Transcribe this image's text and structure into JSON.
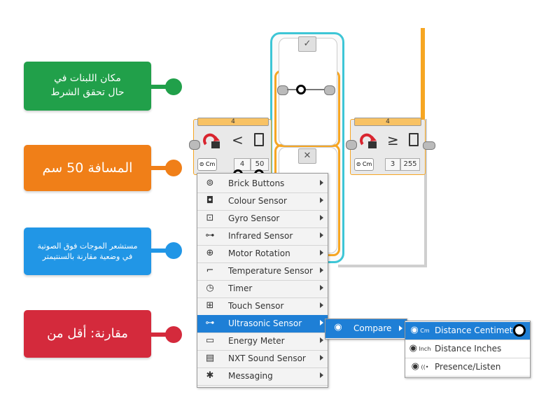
{
  "callouts": [
    {
      "text": "مكان اللبنات في\nحال تحقق الشرط",
      "color": "#21a04a"
    },
    {
      "text": "المسافة 50 سم",
      "color": "#f07f18"
    },
    {
      "text": "مستشعر الموجات فوق الصوتية\nفي وضعية مقارنة بالسنتيمتر",
      "color": "#2196e6"
    },
    {
      "text": "مقارنة: أقل من",
      "color": "#d42a3c"
    }
  ],
  "program": {
    "wire_color": "#f6a623",
    "switch_color": "#3ec6d6",
    "switch_true_icon": "check-icon",
    "switch_false_icon": "cross-icon",
    "true_symbol": "✓",
    "false_symbol": "✕",
    "left_block": {
      "port_header": "4",
      "operator": "<",
      "mode_icon": "ultrasonic-cm-icon",
      "params": [
        "4",
        "50"
      ]
    },
    "right_block": {
      "port_header": "4",
      "operator": "≥",
      "mode_icon": "ultrasonic-cm-icon",
      "params": [
        "3",
        "255"
      ]
    }
  },
  "sensor_menu": {
    "selected": "Ultrasonic Sensor",
    "items": [
      {
        "label": "Brick Buttons",
        "icon": "brick-buttons-icon",
        "glyph": "⊚"
      },
      {
        "label": "Colour Sensor",
        "icon": "colour-sensor-icon",
        "glyph": "◘"
      },
      {
        "label": "Gyro Sensor",
        "icon": "gyro-sensor-icon",
        "glyph": "⊡"
      },
      {
        "label": "Infrared Sensor",
        "icon": "infrared-sensor-icon",
        "glyph": "⊶"
      },
      {
        "label": "Motor Rotation",
        "icon": "motor-rotation-icon",
        "glyph": "⊕"
      },
      {
        "label": "Temperature Sensor",
        "icon": "temperature-sensor-icon",
        "glyph": "⌐"
      },
      {
        "label": "Timer",
        "icon": "timer-icon",
        "glyph": "◷"
      },
      {
        "label": "Touch Sensor",
        "icon": "touch-sensor-icon",
        "glyph": "⊞"
      },
      {
        "label": "Ultrasonic Sensor",
        "icon": "ultrasonic-sensor-icon",
        "glyph": "⊶"
      },
      {
        "label": "Energy Meter",
        "icon": "energy-meter-icon",
        "glyph": "▭"
      },
      {
        "label": "NXT Sound Sensor",
        "icon": "nxt-sound-sensor-icon",
        "glyph": "▤"
      },
      {
        "label": "Messaging",
        "icon": "messaging-icon",
        "glyph": "✱"
      }
    ]
  },
  "compare_menu": {
    "label": "Compare",
    "icon": "compare-icon"
  },
  "mode_menu": {
    "items": [
      {
        "label": "Distance Centimeters",
        "icon": "distance-cm-icon",
        "unit": "Cm"
      },
      {
        "label": "Distance Inches",
        "icon": "distance-inch-icon",
        "unit": "Inch"
      },
      {
        "label": "Presence/Listen",
        "icon": "presence-listen-icon",
        "unit": "((•"
      }
    ]
  }
}
